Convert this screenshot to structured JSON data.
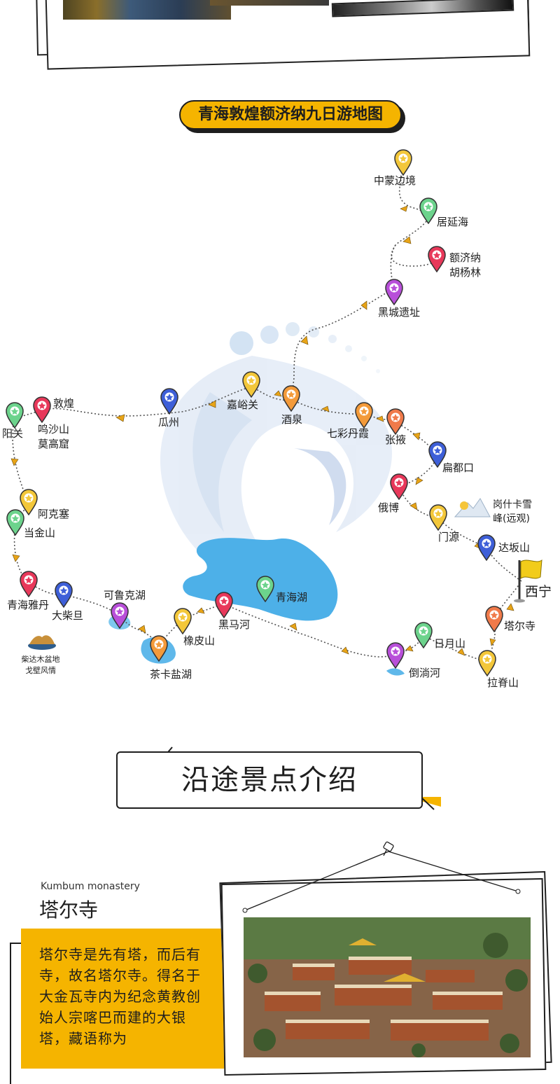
{
  "map": {
    "title": "青海敦煌额济纳九日游地图",
    "places": {
      "zhongmeng": "中蒙边境",
      "juyanhai": "居延海",
      "ejina1": "额济纳",
      "ejina2": "胡杨林",
      "heicheng": "黑城遗址",
      "jiayuguan": "嘉峪关",
      "jiuquan": "酒泉",
      "qicai": "七彩丹霞",
      "zhangye": "张掖",
      "biandukou": "扁都口",
      "ebo": "俄博",
      "gangshika1": "岗什卡雪",
      "gangshika2": "峰(远观)",
      "menyuan": "门源",
      "dabanshan": "达坂山",
      "xining": "西宁",
      "taersi": "塔尔寺",
      "lajishan": "拉脊山",
      "riyueshan": "日月山",
      "daotanghe": "倒淌河",
      "qinghaihu": "青海湖",
      "heimahe": "黑马河",
      "xiangpishan": "橡皮山",
      "chaka": "茶卡盐湖",
      "kelukehu": "可鲁克湖",
      "dachaidan": "大柴旦",
      "yadan": "青海雅丹",
      "chaidamu1": "柴达木盆地",
      "chaidamu2": "戈壁风情",
      "dangjinshan": "当金山",
      "akesai": "阿克塞",
      "yangguan": "阳关",
      "dunhuang": "敦煌",
      "mingsha1": "鸣沙山",
      "mingsha2": "莫高窟",
      "guazhou": "瓜州"
    },
    "pin_colors": [
      "#f3c73a",
      "#6cd38c",
      "#e8385a",
      "#b84fd9",
      "#3e5fd8",
      "#f39a3a",
      "#f07a4a"
    ]
  },
  "section": {
    "title": "沿途景点介绍"
  },
  "attraction": {
    "english_name": "Kumbum monastery",
    "name": "塔尔寺",
    "description": "塔尔寺是先有塔，而后有寺，故名塔尔寺。得名于大金瓦寺内为纪念黄教创始人宗喀巴而建的大银塔，藏语称为"
  }
}
